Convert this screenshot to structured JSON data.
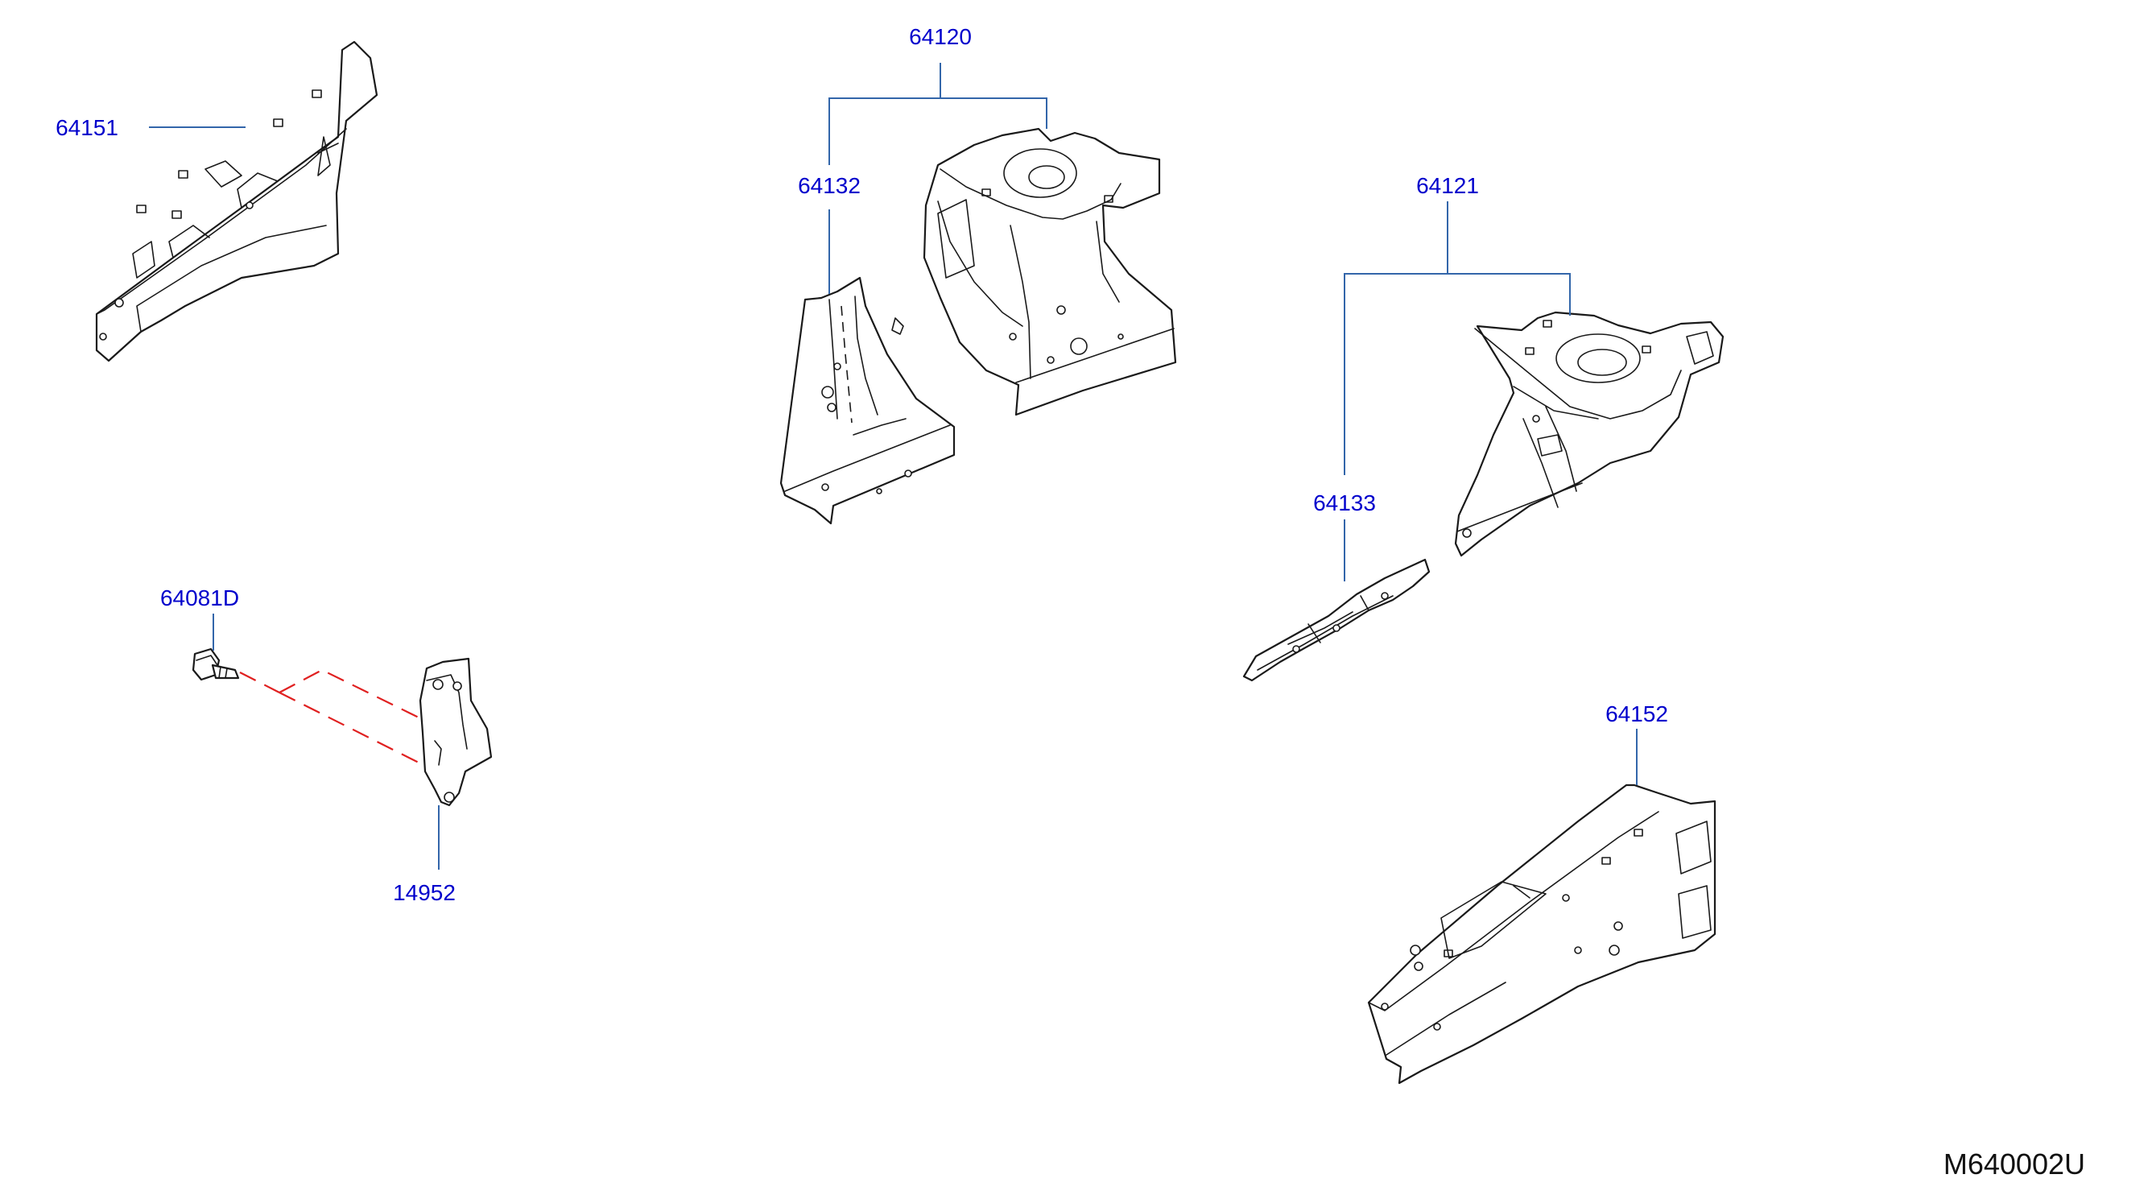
{
  "colors": {
    "callout": "#0000cc",
    "leader": "#3366aa",
    "phantom": "#e02020",
    "line_art": "#1a1a1a",
    "code": "#111111"
  },
  "callouts": {
    "p64151": "64151",
    "p64120": "64120",
    "p64132": "64132",
    "p64121": "64121",
    "p64133": "64133",
    "p64081d": "64081D",
    "p14952": "14952",
    "p64152": "64152"
  },
  "diagram_code": "M640002U"
}
